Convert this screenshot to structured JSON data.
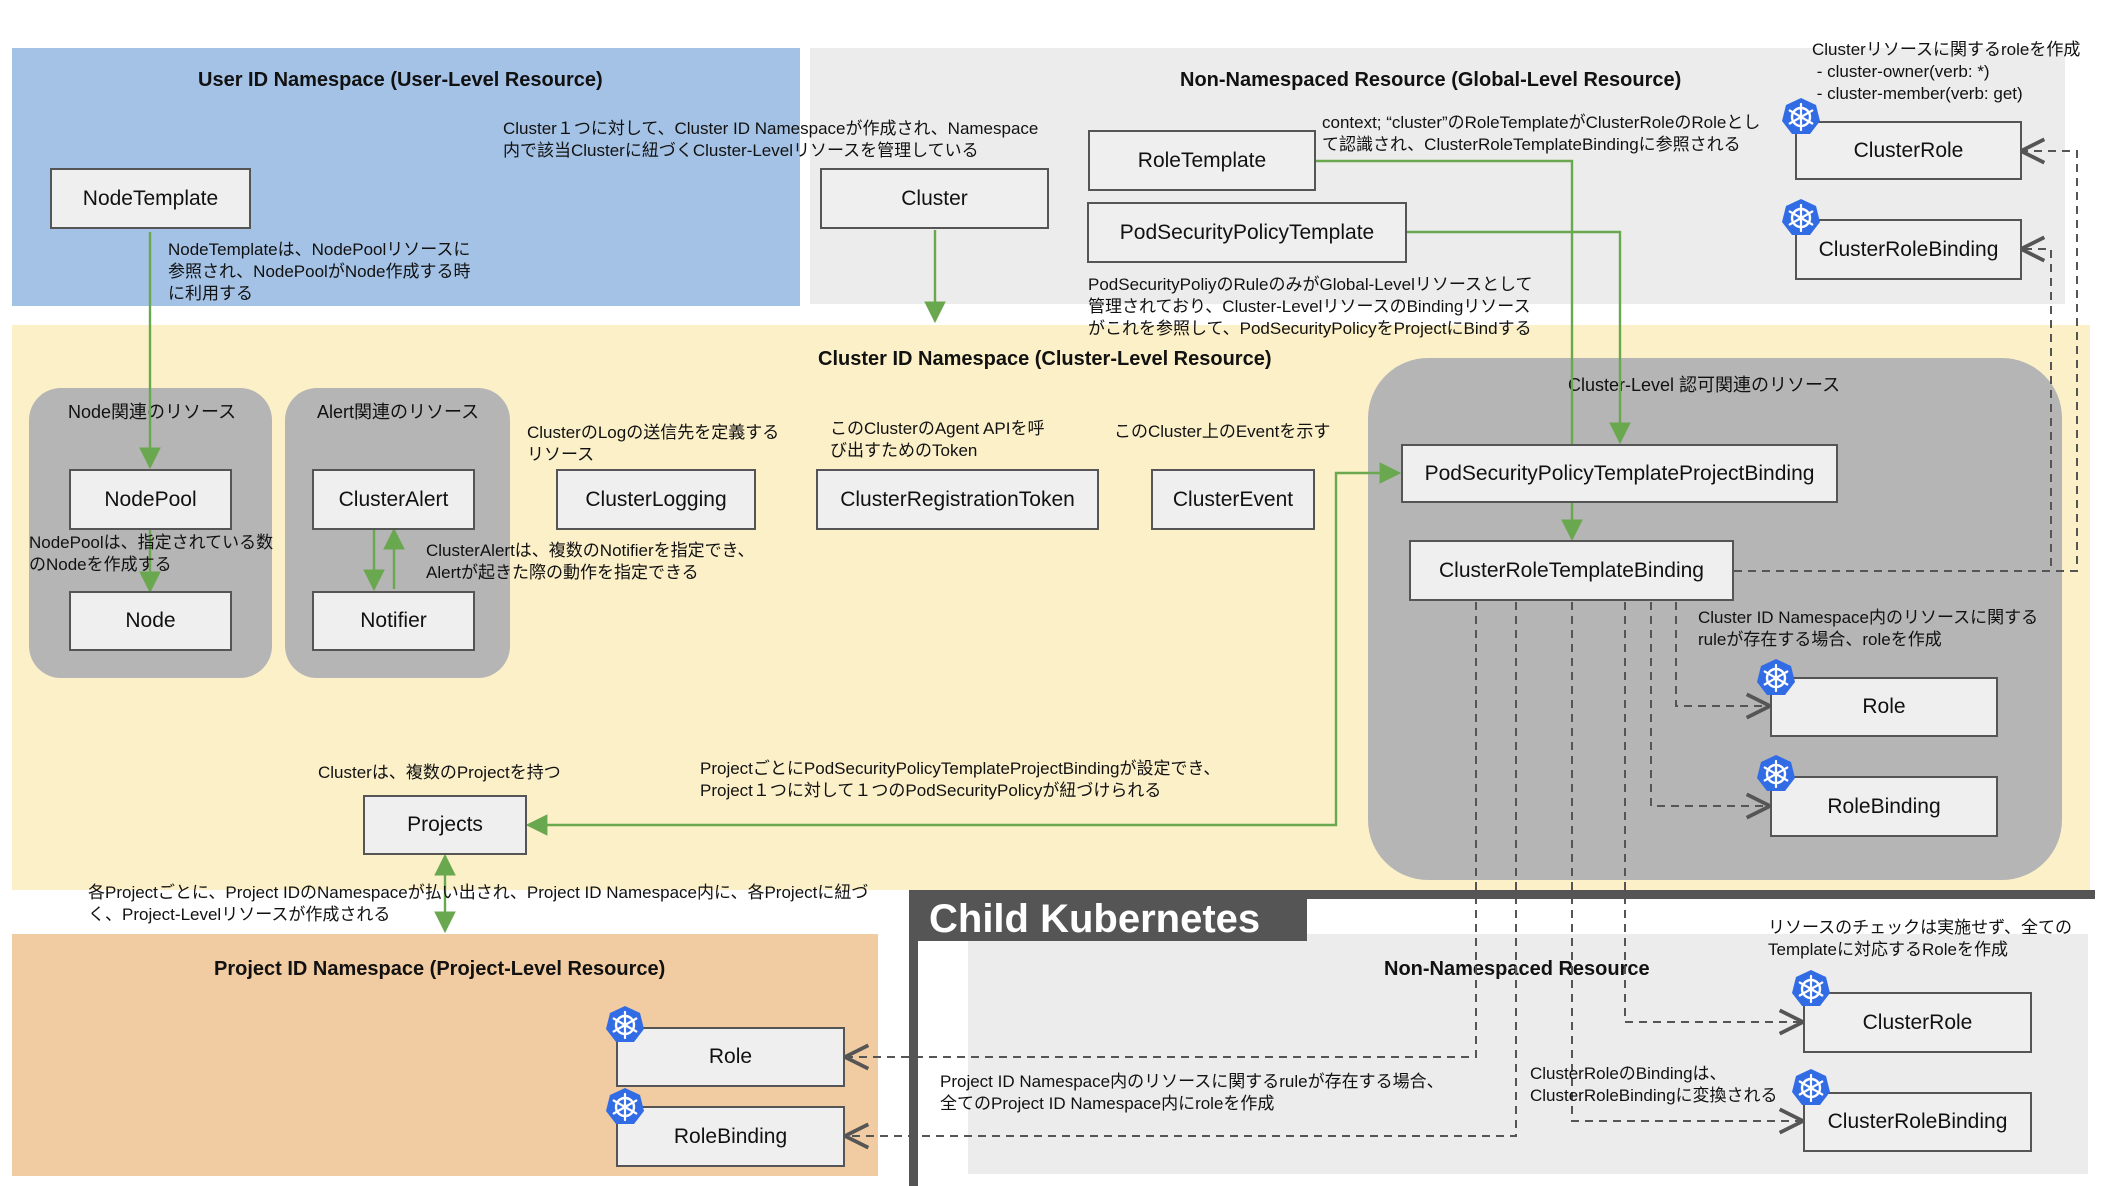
{
  "regions": {
    "user": "User ID Namespace (User-Level Resource)",
    "global": "Non-Namespaced Resource (Global-Level Resource)",
    "cluster": "Cluster ID Namespace (Cluster-Level Resource)",
    "project": "Project ID Namespace (Project-Level Resource)",
    "child_title": "Child Kubernetes",
    "child_nonns": "Non-Namespaced Resource"
  },
  "groups": {
    "node": "Node関連のリソース",
    "alert": "Alert関連のリソース",
    "authz": "Cluster-Level 認可関連のリソース"
  },
  "nodes": {
    "node_template": "NodeTemplate",
    "cluster": "Cluster",
    "role_template": "RoleTemplate",
    "psp_template": "PodSecurityPolicyTemplate",
    "cluster_role_global": "ClusterRole",
    "cluster_role_binding_global": "ClusterRoleBinding",
    "node_pool": "NodePool",
    "node": "Node",
    "cluster_alert": "ClusterAlert",
    "notifier": "Notifier",
    "cluster_logging": "ClusterLogging",
    "cluster_registration_token": "ClusterRegistrationToken",
    "cluster_event": "ClusterEvent",
    "psptpb": "PodSecurityPolicyTemplateProjectBinding",
    "crtb": "ClusterRoleTemplateBinding",
    "role_cluster": "Role",
    "rolebinding_cluster": "RoleBinding",
    "projects": "Projects",
    "role_project": "Role",
    "rolebinding_project": "RoleBinding",
    "cluster_role_child": "ClusterRole",
    "cluster_role_binding_child": "ClusterRoleBinding"
  },
  "notes": {
    "cluster_namespace": "Cluster１つに対して、Cluster ID Namespaceが作成され、Namespace\n内で該当Clusterに紐づくCluster-Levelリソースを管理している",
    "context": "context; “cluster”のRoleTemplateがClusterRoleのRoleとし\nて認識され、ClusterRoleTemplateBindingに参照される",
    "cluster_roles": "Clusterリソースに関するroleを作成\n - cluster-owner(verb: *)\n - cluster-member(verb: get)",
    "node_template": "NodeTemplateは、NodePoolリソースに\n参照され、NodePoolがNode作成する時\nに利用する",
    "psp_rule": "PodSecurityPoliyのRuleのみがGlobal-Levelリソースとして\n管理されており、Cluster-LevelリソースのBindingリソース\nがこれを参照して、PodSecurityPolicyをProjectにBindする",
    "logging": "ClusterのLogの送信先を定義する\nリソース",
    "token": "このClusterのAgent APIを呼\nび出すためのToken",
    "event": "このCluster上のEventを示す",
    "nodepool": "NodePoolは、指定されている数\nのNodeを作成する",
    "alert": "ClusterAlertは、複数のNotifierを指定でき、\nAlertが起きた際の動作を指定できる",
    "cluster_ns_role": "Cluster ID Namespace内のリソースに関する\nruleが存在する場合、roleを作成",
    "projects": "Clusterは、複数のProjectを持つ",
    "psp_project": "ProjectごとにPodSecurityPolicyTemplateProjectBindingが設定でき、\nProject１つに対して１つのPodSecurityPolicyが紐づけられる",
    "project_ns": "各Projectごとに、Project IDのNamespaceが払い出され、Project ID Namespace内に、各Projectに紐づ\nく、Project-Levelリソースが作成される",
    "no_check": "リソースのチェックは実施せず、全ての\nTemplateに対応するRoleを作成",
    "project_rule": "Project ID Namespace内のリソースに関するruleが存在する場合、\n全てのProject ID Namespace内にroleを作成",
    "crb_convert": "ClusterRoleのBindingは、\nClusterRoleBindingに変換される"
  },
  "icons": {
    "k8s": "kubernetes-helm-wheel-icon"
  },
  "colors": {
    "user_bg": "#a4c2e5",
    "global_bg": "#ececec",
    "cluster_bg": "#fcf0c9",
    "project_bg": "#f1cba1",
    "group_bg": "#b5b5b5",
    "arrow_green": "#6aa84f",
    "arrow_dashed": "#555555",
    "k8s_blue": "#326ce5"
  }
}
